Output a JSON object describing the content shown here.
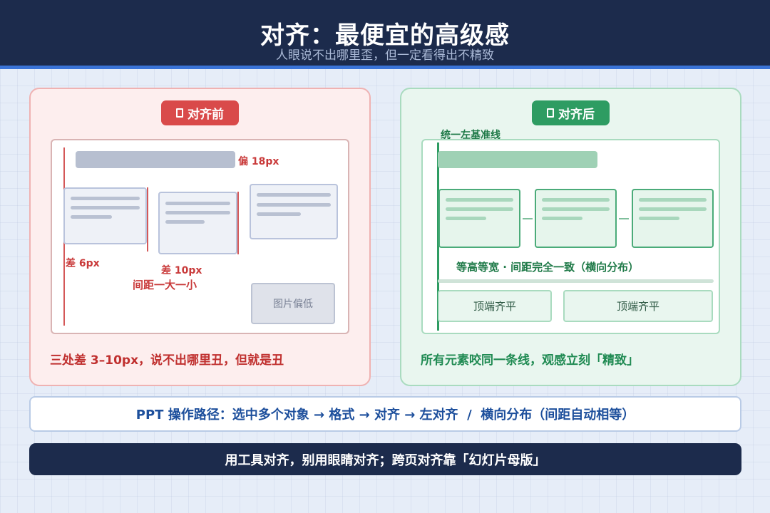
{
  "header": {
    "title": "对齐：最便宜的高级感",
    "subtitle": "人眼说不出哪里歪，但一定看得出不精致"
  },
  "before": {
    "badge_label": "对齐前",
    "badge_icon": "cross-icon",
    "offset_label": "偏 18px",
    "diff_left_label": "差 6px",
    "diff_mid_label": "差 10px",
    "spacing_label": "间距一大一小",
    "image_label": "图片偏低",
    "footer": "三处差 3–10px，说不出哪里丑，但就是丑"
  },
  "after": {
    "badge_label": "对齐后",
    "badge_icon": "check-icon",
    "baseline_label": "统一左基准线",
    "distribute_label": "等高等宽 · 间距完全一致（横向分布）",
    "button_left": "顶端齐平",
    "button_right": "顶端齐平",
    "footer": "所有元素咬同一条线，观感立刻「精致」"
  },
  "path_text": "PPT 操作路径：选中多个对象 → 格式 → 对齐 → 左对齐  /  横向分布（间距自动相等）",
  "tip_text": "用工具对齐，别用眼睛对齐；跨页对齐靠「幻灯片母版」",
  "colors": {
    "header_bg": "#1c2b4c",
    "accent_blue": "#3a73d6",
    "bad_red": "#d94a4a",
    "good_green": "#2e9c62"
  }
}
